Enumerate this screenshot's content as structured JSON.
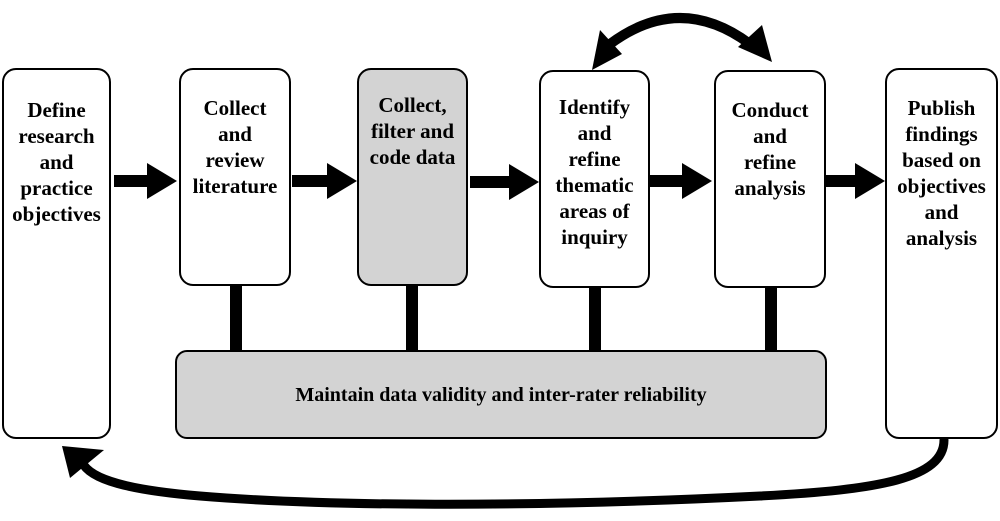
{
  "steps": [
    {
      "id": "define",
      "lines": [
        "Define",
        "research",
        "and",
        "practice",
        "objectives"
      ],
      "shaded": false
    },
    {
      "id": "collect-review",
      "lines": [
        "Collect",
        "and",
        "review",
        "literature"
      ],
      "shaded": false
    },
    {
      "id": "collect-filter",
      "lines": [
        "Collect,",
        "filter and",
        "code data"
      ],
      "shaded": true
    },
    {
      "id": "identify",
      "lines": [
        "Identify",
        "and",
        "refine",
        "thematic",
        "areas of",
        "inquiry"
      ],
      "shaded": false
    },
    {
      "id": "conduct",
      "lines": [
        "Conduct",
        "and",
        "refine",
        "analysis"
      ],
      "shaded": false
    },
    {
      "id": "publish",
      "lines": [
        "Publish",
        "findings",
        "based on",
        "objectives",
        "and",
        "analysis"
      ],
      "shaded": false
    }
  ],
  "validity_bar": {
    "label": "Maintain data validity and inter-rater reliability",
    "shaded": true
  },
  "colors": {
    "stroke": "#000000",
    "fill": "#ffffff",
    "shaded_fill": "#d3d3d3"
  }
}
